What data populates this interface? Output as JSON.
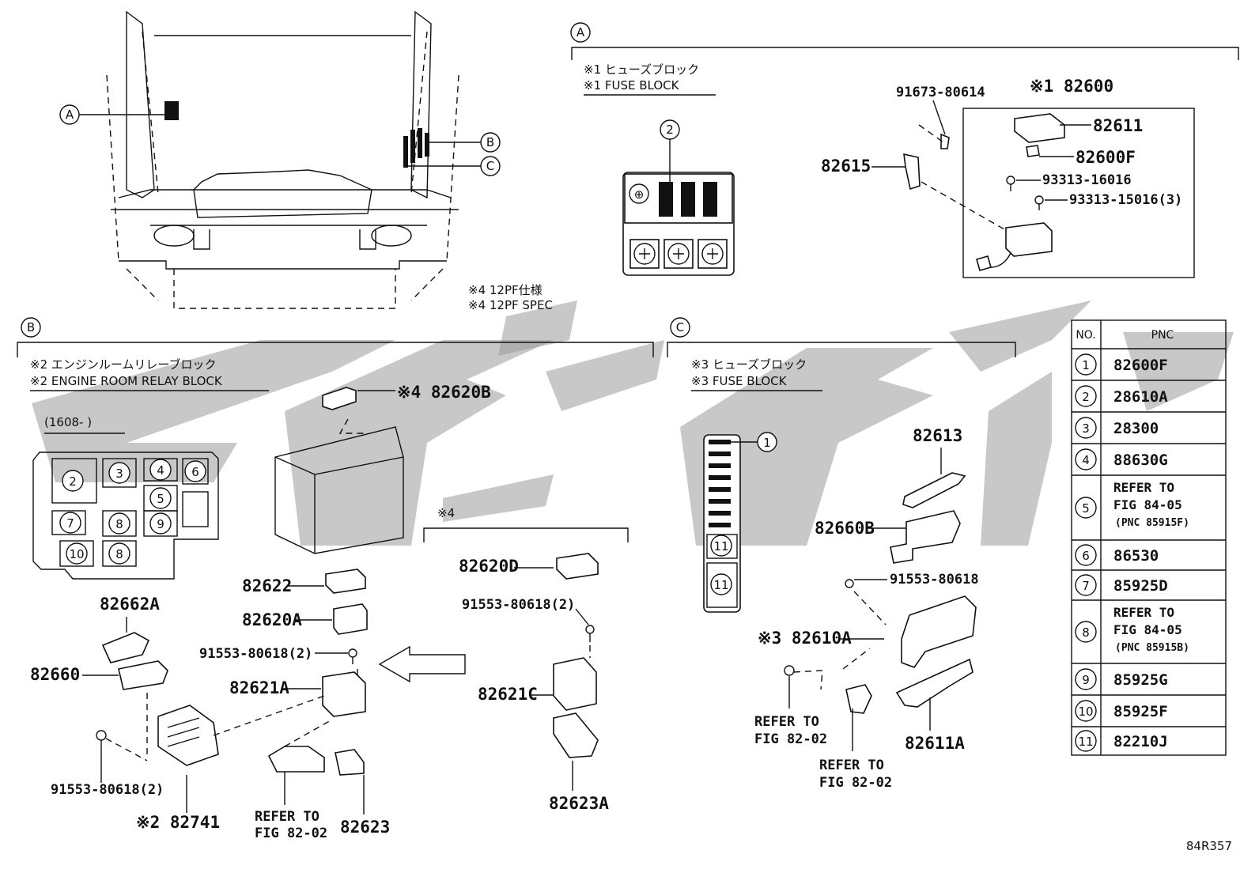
{
  "view_markers": {
    "a": "A",
    "b": "B",
    "c": "C"
  },
  "spec_note": {
    "jp": "※4 12PF仕様",
    "en": "※4 12PF SPEC"
  },
  "section_a": {
    "title_jp": "※1 ヒューズブロック",
    "title_en": "※1 FUSE BLOCK",
    "group_label": "※1 82600",
    "parts": [
      "91673-80614",
      "82611",
      "82600F",
      "82615",
      "93313-16016",
      "93313-15016(3)"
    ]
  },
  "section_b": {
    "title_jp": "※2 エンジンルームリレーブロック",
    "title_en": "※2 ENGINE ROOM RELAY BLOCK",
    "date_range": "(1608-      )",
    "note_4": "※4",
    "parts": {
      "p82620B": "※4 82620B",
      "p82622": "82622",
      "p82620A": "82620A",
      "p91553a": "91553-80618(2)",
      "p82621A": "82621A",
      "p82662A": "82662A",
      "p82660": "82660",
      "p91553b": "91553-80618(2)",
      "p82741": "※2 82741",
      "p82623": "82623",
      "ref1": "REFER TO",
      "ref2": "FIG 82-02",
      "p82620D": "82620D",
      "p91553c": "91553-80618(2)",
      "p82621C": "82621C",
      "p82623A": "82623A"
    },
    "slots": [
      "2",
      "3",
      "4",
      "6",
      "5",
      "7",
      "8",
      "9",
      "10",
      "8"
    ]
  },
  "section_c": {
    "title_jp": "※3 ヒューズブロック",
    "title_en": "※3 FUSE BLOCK",
    "parts": {
      "p82613": "82613",
      "p82660B": "82660B",
      "p91553": "91553-80618",
      "p82610A": "※3 82610A",
      "p82611A": "82611A",
      "ref_a1": "REFER TO",
      "ref_a2": "FIG 82-02",
      "ref_b1": "REFER TO",
      "ref_b2": "FIG 82-02"
    },
    "slots": [
      "1",
      "11",
      "11"
    ]
  },
  "pnc_table": {
    "header_no": "NO.",
    "header_pnc": "PNC",
    "rows": [
      {
        "no": "1",
        "pnc": [
          "82600F"
        ]
      },
      {
        "no": "2",
        "pnc": [
          "28610A"
        ]
      },
      {
        "no": "3",
        "pnc": [
          "28300"
        ]
      },
      {
        "no": "4",
        "pnc": [
          "88630G"
        ]
      },
      {
        "no": "5",
        "pnc": [
          "REFER TO",
          "FIG 84-05",
          "(PNC 85915F)"
        ]
      },
      {
        "no": "6",
        "pnc": [
          "86530"
        ]
      },
      {
        "no": "7",
        "pnc": [
          "85925D"
        ]
      },
      {
        "no": "8",
        "pnc": [
          "REFER TO",
          "FIG 84-05",
          "(PNC 85915B)"
        ]
      },
      {
        "no": "9",
        "pnc": [
          "85925G"
        ]
      },
      {
        "no": "10",
        "pnc": [
          "85925F"
        ]
      },
      {
        "no": "11",
        "pnc": [
          "82210J"
        ]
      }
    ]
  },
  "figure_id": "84R357",
  "colors": {
    "watermark": "#9a9a9a",
    "ink": "#111111",
    "fuse_fill": "#111111"
  }
}
